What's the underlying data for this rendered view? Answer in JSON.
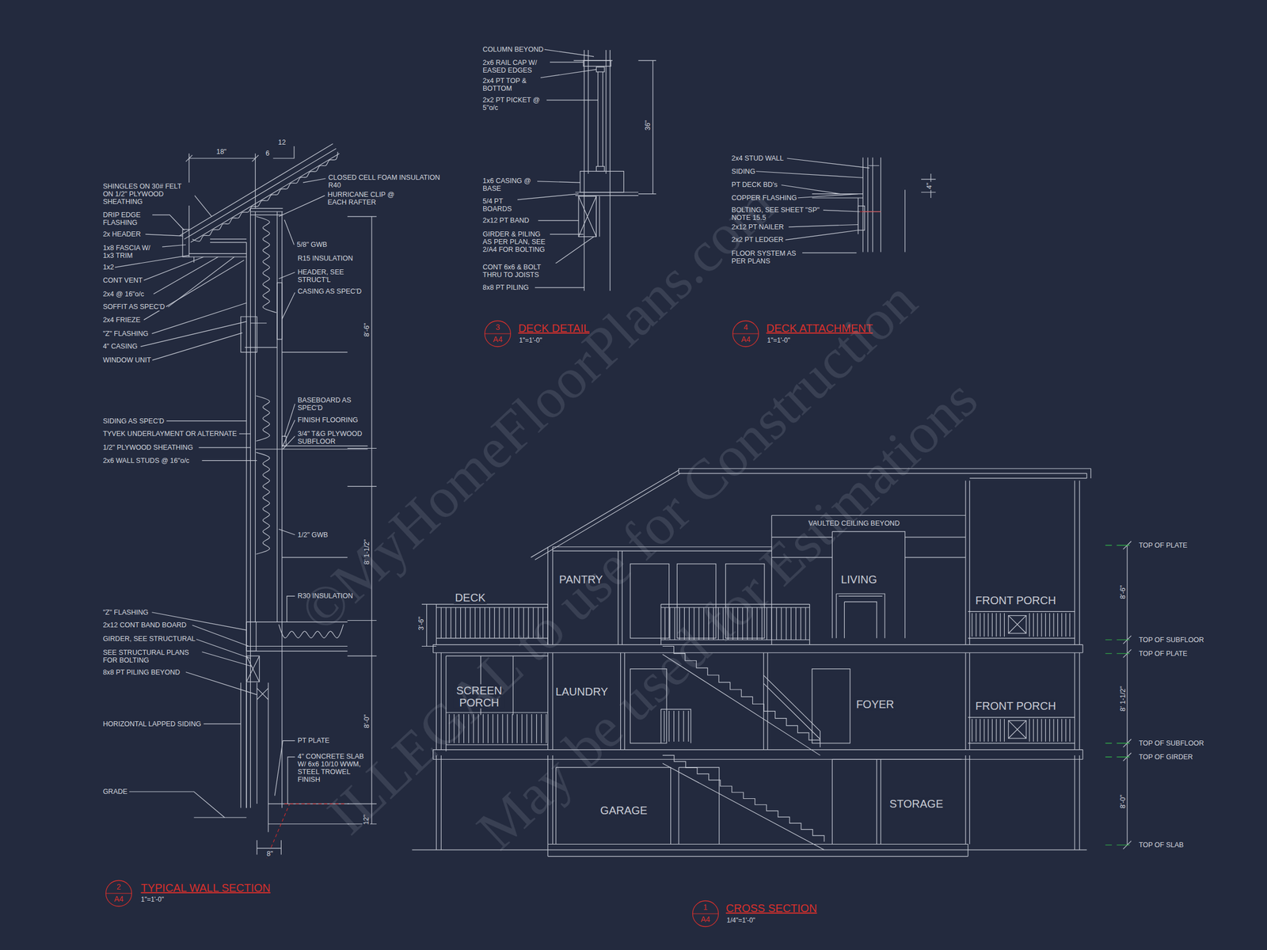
{
  "diagram": {
    "nodes": [
      {
        "text": [
          "2",
          "A4"
        ]
      },
      {
        "text": [
          "3",
          "A4"
        ]
      },
      {
        "text": [
          "4",
          "A4"
        ]
      },
      {
        "text": [
          "1",
          "A4"
        ]
      }
    ],
    "labels": [
      "18\"",
      "6",
      "12",
      "SHINGLES ON 30# FELT ON 1/2\" PLYWOOD SHEATHING",
      "CLOSED CELL FOAM INSULATION R40",
      "HURRICANE CLIP @ EACH RAFTER",
      "DRIP EDGE FLASHING",
      "2x HEADER",
      "1x8 FASCIA W/ 1x3 TRIM",
      "1x2",
      "CONT VENT",
      "2x4 @ 16\"o/c",
      "SOFFIT AS SPEC'D",
      "2x4 FRIEZE",
      "\"Z\" FLASHING",
      "4\" CASING",
      "WINDOW UNIT",
      "5/8\" GWB",
      "R15 INSULATION",
      "HEADER, SEE STRUCT'L",
      "CASING AS SPEC'D",
      "8'-6\"",
      "BASEBOARD AS SPEC'D",
      "FINISH FLOORING",
      "3/4\" T&G PLYWOOD SUBFLOOR",
      "SIDING AS SPEC'D",
      "TYVEK UNDERLAYMENT OR ALTERNATE",
      "1/2\" PLYWOOD SHEATHING",
      "2x6 WALL STUDS @ 16\"o/c",
      "1/2\" GWB",
      "8' 1-1/2\"",
      "R30 INSULATION",
      "\"Z\" FLASHING",
      "2x12 CONT BAND BOARD",
      "GIRDER, SEE STRUCTURAL",
      "SEE STRUCTURAL PLANS FOR BOLTING",
      "8x8 PT PILING BEYOND",
      "HORIZONTAL LAPPED SIDING",
      "8'-0\"",
      "PT PLATE",
      "4\" CONCRETE SLAB W/ 6x6 10/10 WWM, STEEL TROWEL FINISH",
      "GRADE",
      "12\"",
      "8\"",
      "TYPICAL WALL SECTION",
      "1\"=1'-0\"",
      "COLUMN BEYOND",
      "2x6 RAIL CAP W/ EASED EDGES",
      "2x4 PT TOP & BOTTOM",
      "2x2 PT PICKET @ 5\"o/c",
      "36\"",
      "1x6 CASING @ BASE",
      "5/4 PT BOARDS",
      "2x12 PT BAND",
      "GIRDER & PILING AS PER PLAN, SEE 2/A4 FOR BOLTING",
      "CONT 6x6 & BOLT THRU TO JOISTS",
      "8x8 PT PILING",
      "DECK DETAIL",
      "1\"=1'-0\"",
      "2x4 STUD WALL",
      "SIDING",
      "PT DECK BD's",
      "COPPER FLASHING",
      "BOLTING, SEE SHEET \"SP\" NOTE 15.5",
      "2x12 PT NAILER",
      "2x2 PT LEDGER",
      "FLOOR SYSTEM AS PER PLANS",
      "4\"",
      "DECK ATTACHMENT",
      "1\"=1'-0\"",
      "VAULTED CEILING BEYOND",
      "PANTRY",
      "LIVING",
      "FRONT PORCH",
      "DECK",
      "3'-6\"",
      "SCREEN PORCH",
      "LAUNDRY",
      "FOYER",
      "FRONT PORCH",
      "GARAGE",
      "STORAGE",
      "TOP OF PLATE",
      "8'-6\"",
      "TOP OF SUBFLOOR",
      "TOP OF PLATE",
      "8' 1-1/2\"",
      "TOP OF SUBFLOOR",
      "TOP OF GIRDER",
      "8'-0\"",
      "TOP OF SLAB",
      "CROSS SECTION",
      "1/4\"=1'-0\"",
      "©MyHomeFloorPlans.com",
      "ILLEGAL to use for Construction",
      "May be used for Estimations"
    ]
  }
}
